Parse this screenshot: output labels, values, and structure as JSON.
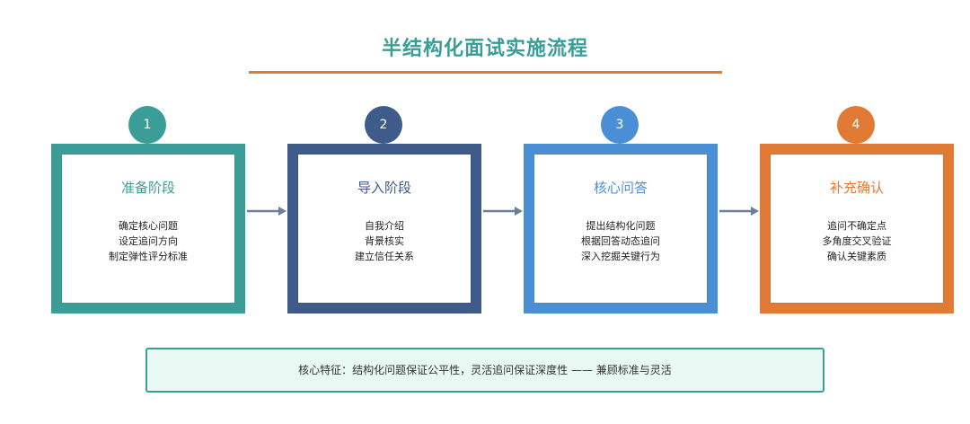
{
  "title": "半结构化面试实施流程",
  "stages": [
    {
      "number": "1",
      "title": "准备阶段",
      "items": [
        "确定核心问题",
        "设定追问方向",
        "制定弹性评分标准"
      ],
      "color": "#3a9d98"
    },
    {
      "number": "2",
      "title": "导入阶段",
      "items": [
        "自我介绍",
        "背景核实",
        "建立信任关系"
      ],
      "color": "#3e5b8a"
    },
    {
      "number": "3",
      "title": "核心问答",
      "items": [
        "提出结构化问题",
        "根据回答动态追问",
        "深入挖掘关键行为"
      ],
      "color": "#4a8fd6"
    },
    {
      "number": "4",
      "title": "补充确认",
      "items": [
        "追问不确定点",
        "多角度交叉验证",
        "确认关键素质"
      ],
      "color": "#e07a34"
    }
  ],
  "footer": "核心特征：结构化问题保证公平性，灵活追问保证深度性 —— 兼顾标准与灵活",
  "colors": {
    "title": "#3a9d98",
    "rule": "#e07a34",
    "arrow": "#6b7f99",
    "footer_bg": "#e8f8f3",
    "footer_border": "#3a9d98"
  }
}
